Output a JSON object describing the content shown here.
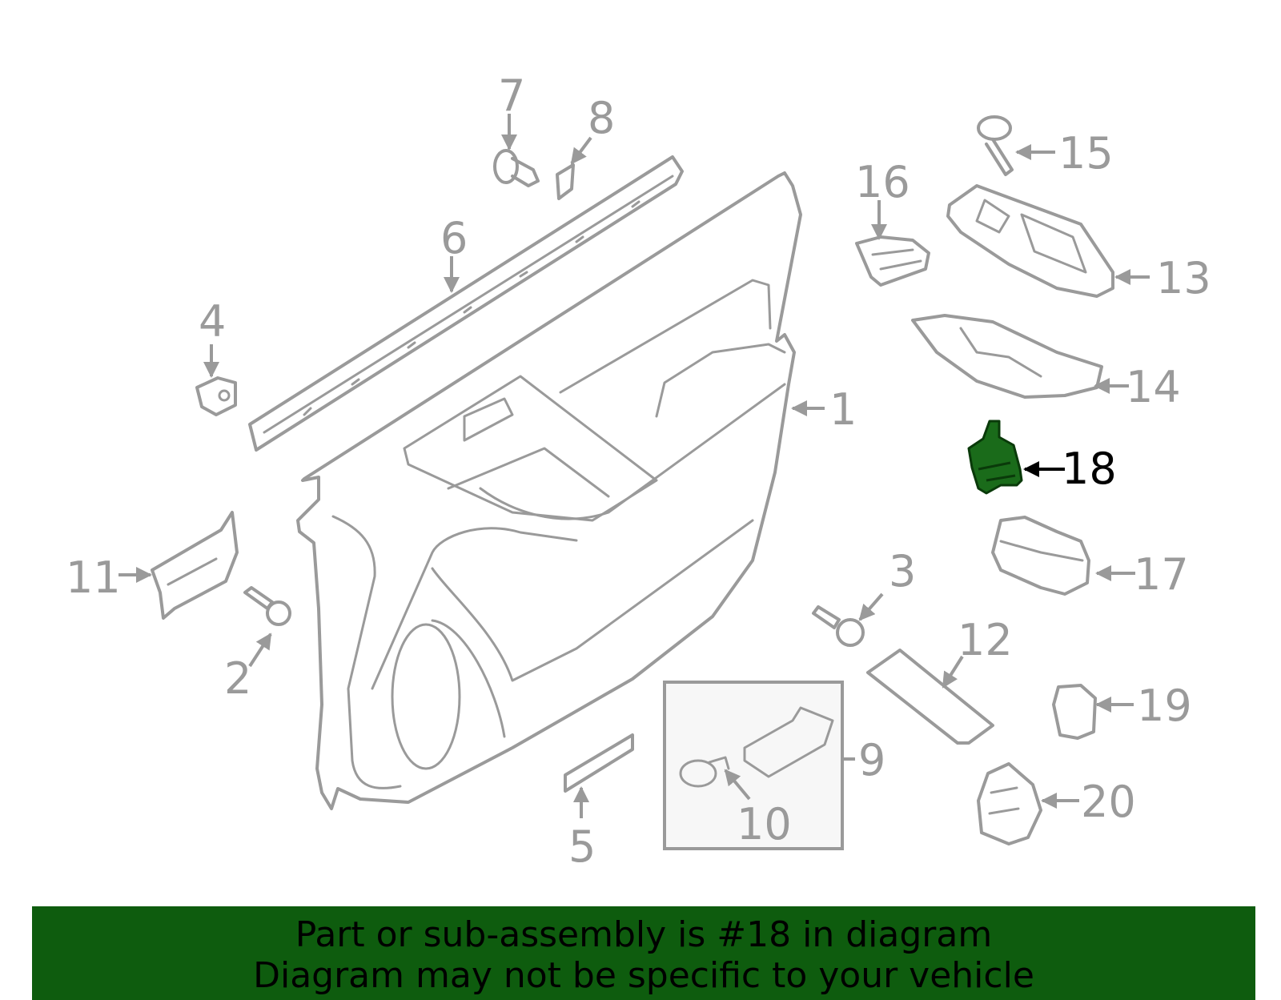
{
  "callouts": [
    "1",
    "2",
    "3",
    "4",
    "5",
    "6",
    "7",
    "8",
    "9",
    "10",
    "11",
    "12",
    "13",
    "14",
    "15",
    "16",
    "17",
    "18",
    "19",
    "20"
  ],
  "highlight": "18",
  "colors": {
    "part_stroke": "#9a9a9a",
    "highlight_fill": "#1a6b1a",
    "banner_bg": "#0e5c0e"
  },
  "banner": {
    "line1": "Part or sub-assembly is #18 in diagram",
    "line2": "Diagram may not be specific to your vehicle"
  }
}
